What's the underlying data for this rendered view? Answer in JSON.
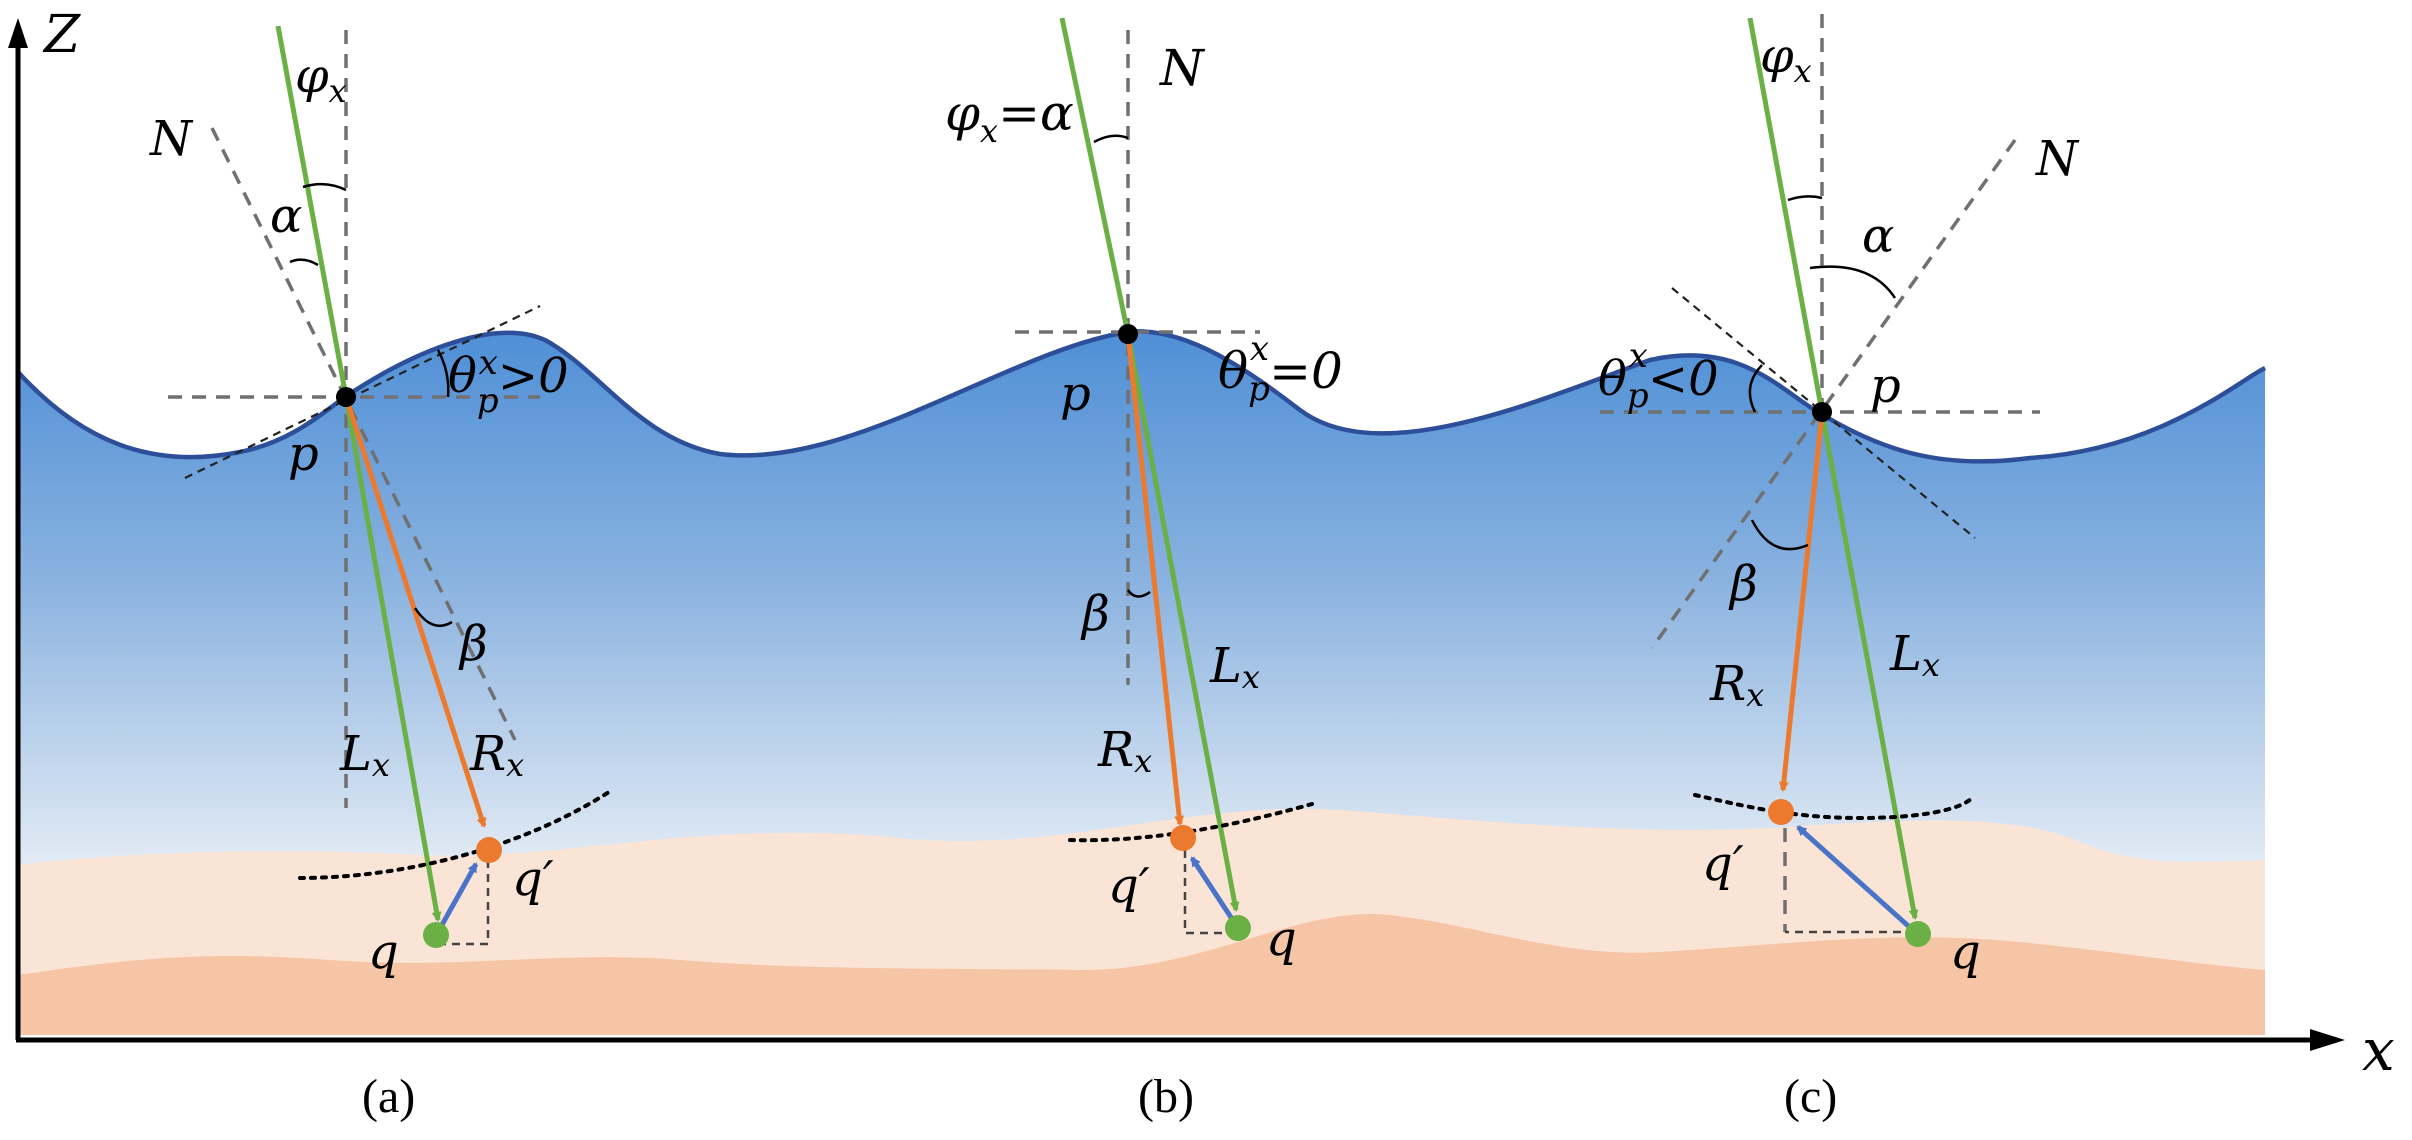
{
  "axes": {
    "z_label": "Z",
    "x_label": "x"
  },
  "panels": [
    {
      "caption": "(a)",
      "phi": "φ",
      "phi_sub": "x",
      "phi_suffix": "",
      "normal": "N",
      "alpha": "α",
      "beta": "β",
      "theta": "θ",
      "theta_sub": "p",
      "theta_sup": "x",
      "theta_relation": ">0",
      "p": "p",
      "q": "q",
      "q_prime": "q′",
      "L": "L",
      "L_sub": "x",
      "R": "R",
      "R_sub": "x"
    },
    {
      "caption": "(b)",
      "phi": "φ",
      "phi_sub": "x",
      "phi_suffix": "=α",
      "normal": "N",
      "alpha": "",
      "beta": "β",
      "theta": "θ",
      "theta_sub": "p",
      "theta_sup": "x",
      "theta_relation": "=0",
      "p": "p",
      "q": "q",
      "q_prime": "q′",
      "L": "L",
      "L_sub": "x",
      "R": "R",
      "R_sub": "x"
    },
    {
      "caption": "(c)",
      "phi": "φ",
      "phi_sub": "x",
      "phi_suffix": "",
      "normal": "N",
      "alpha": "α",
      "beta": "β",
      "theta": "θ",
      "theta_sub": "p",
      "theta_sup": "x",
      "theta_relation": "<0",
      "p": "p",
      "q": "q",
      "q_prime": "q′",
      "L": "L",
      "L_sub": "x",
      "R": "R",
      "R_sub": "x"
    }
  ],
  "colors": {
    "water_top": "#4f8fd6",
    "water_bottom": "#dde8f3",
    "water_outline": "#2d4f9a",
    "sand_light": "#fae4d6",
    "sand_dark": "#f5c5a5",
    "laser": "#6ab045",
    "refracted": "#ec7a2e",
    "offset": "#4a74c8"
  }
}
